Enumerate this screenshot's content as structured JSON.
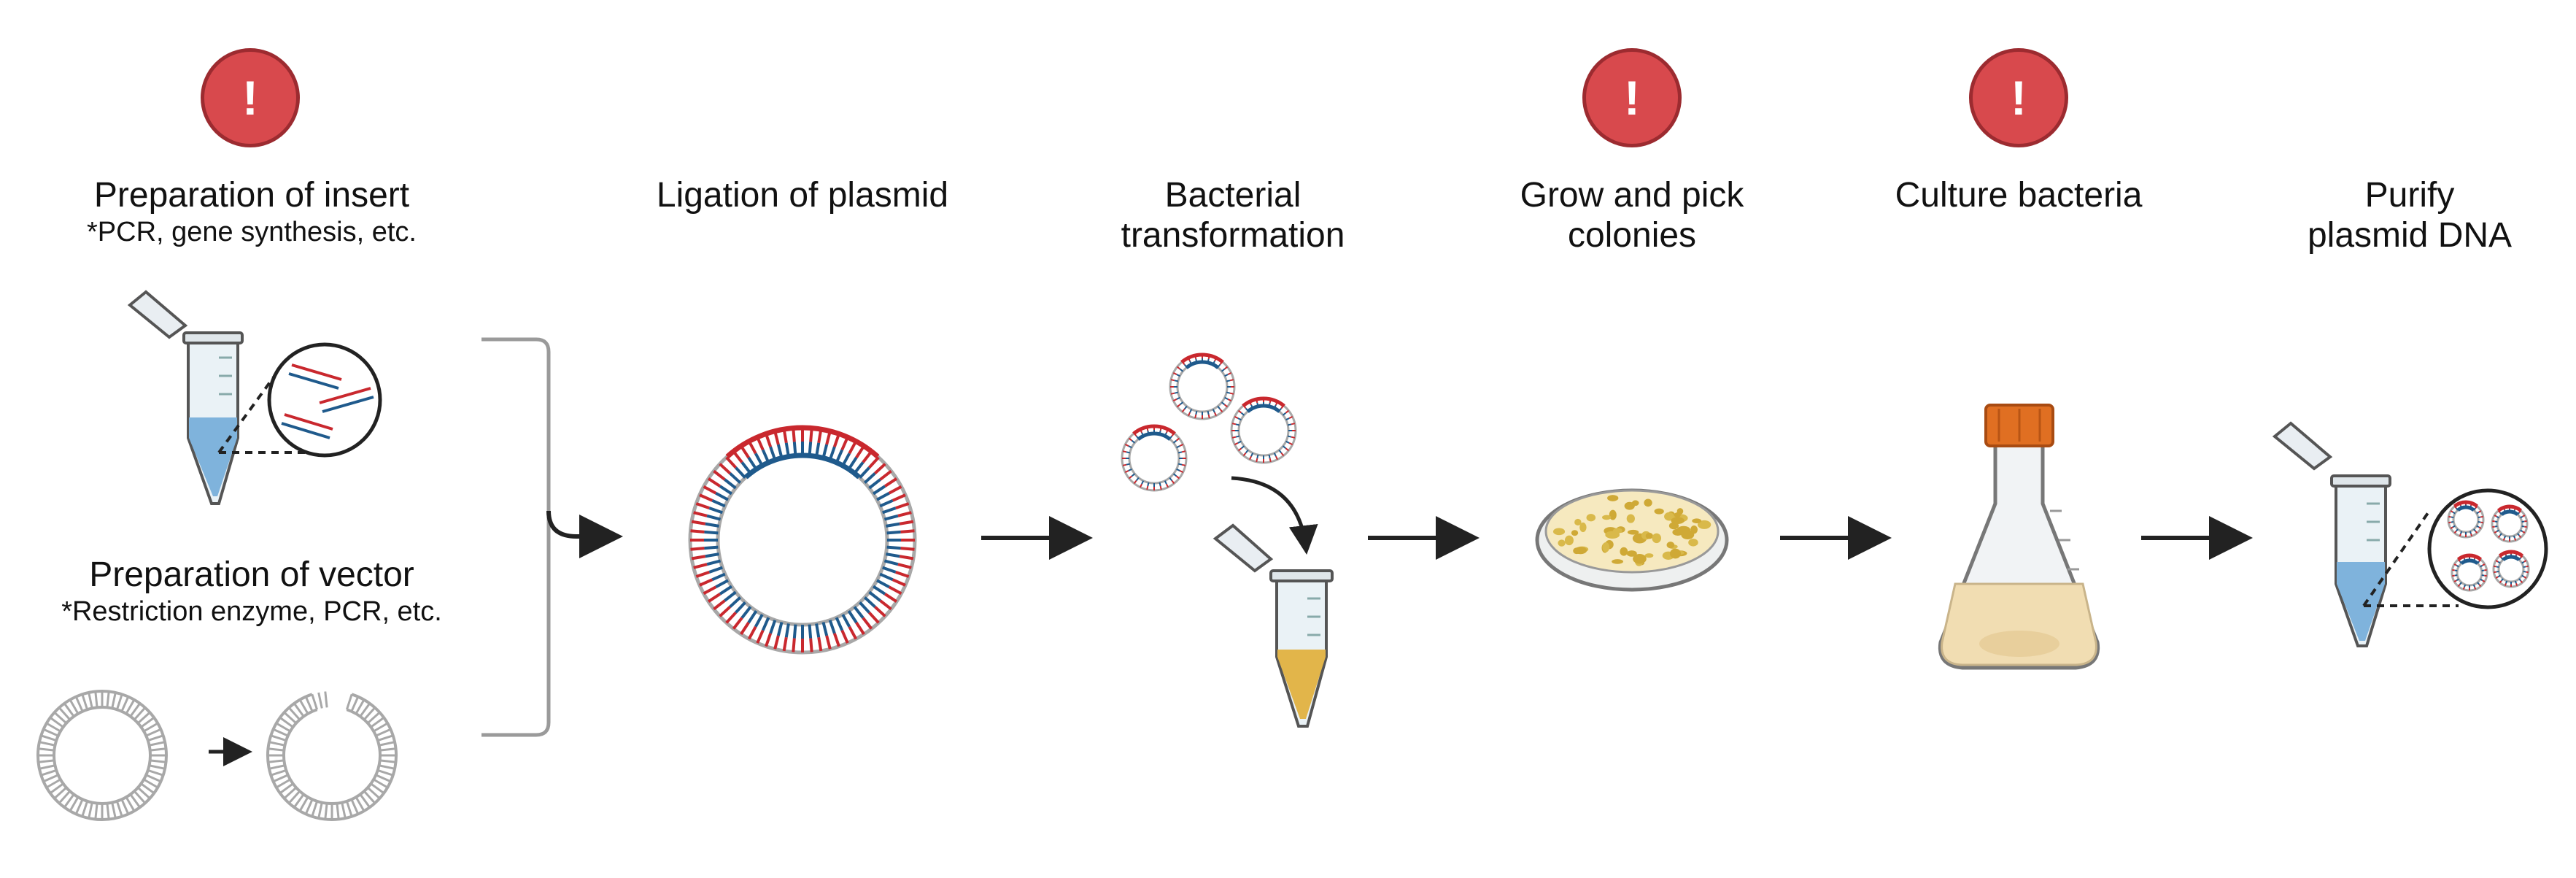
{
  "alerts": {
    "glyph": "!"
  },
  "steps": [
    {
      "title": "Preparation of insert",
      "sub": "*PCR, gene synthesis, etc."
    },
    {
      "title": "Preparation of vector",
      "sub": "*Restriction enzyme, PCR, etc."
    },
    {
      "title": "Ligation of plasmid"
    },
    {
      "title_l1": "Bacterial",
      "title_l2": "transformation"
    },
    {
      "title_l1": "Grow and pick",
      "title_l2": "colonies"
    },
    {
      "title": "Culture bacteria"
    },
    {
      "title_l1": "Purify",
      "title_l2": "plasmid DNA"
    }
  ],
  "colors": {
    "alert_fill": "#d8494d",
    "alert_border": "#9c2b30",
    "dna_red": "#c9282e",
    "dna_blue": "#1f5a8c",
    "plasmid_gray": "#a8a8a8",
    "tube_liquid_blue": "#7fb3dc",
    "tube_liquid_yellow": "#e2b54a",
    "flask_cap": "#e06f22",
    "flask_medium": "#f1ddb2",
    "arrow": "#222222"
  },
  "icons": [
    "alert-icon",
    "microcentrifuge-tube-icon",
    "dna-fragment-icon",
    "plasmid-icon",
    "petri-dish-icon",
    "erlenmeyer-flask-icon",
    "arrow-icon"
  ]
}
